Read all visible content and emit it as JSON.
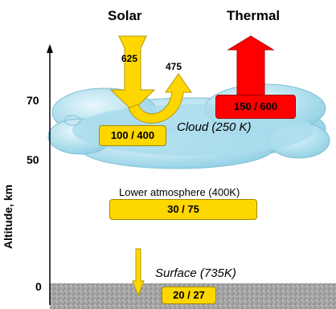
{
  "headers": {
    "solar": "Solar",
    "thermal": "Thermal"
  },
  "axis": {
    "label": "Altitude, km",
    "ticks": [
      "70",
      "50",
      "0"
    ]
  },
  "solar_down": "625",
  "solar_reflected": "475",
  "thermal_out": "150 / 600",
  "cloud": {
    "label": "Cloud (250 K)",
    "flux": "100 / 400"
  },
  "lower_atmosphere": {
    "label": "Lower atmosphere (400K)",
    "flux": "30 / 75"
  },
  "surface": {
    "label": "Surface (735K)",
    "flux": "20 / 27"
  },
  "colors": {
    "solar": "#ffd700",
    "thermal": "#ff0000",
    "cloud": "#a9dcec",
    "surface": "#9a9a9a"
  }
}
